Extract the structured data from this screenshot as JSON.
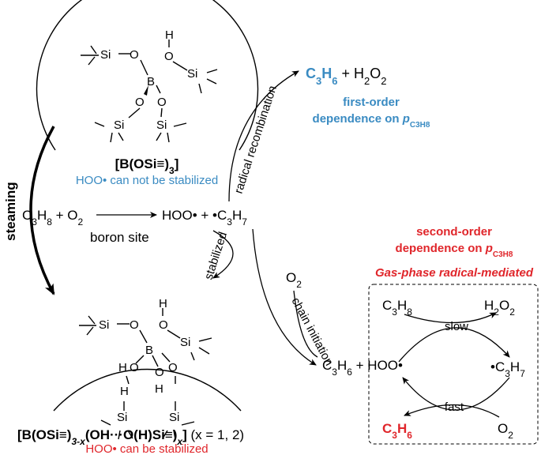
{
  "top_structure": {
    "atoms": {
      "si1": "Si",
      "o1": "O",
      "b": "B",
      "o2": "O",
      "h": "H",
      "si2": "Si",
      "o3": "O",
      "o4": "O",
      "si3": "Si",
      "si4": "Si"
    },
    "formula": {
      "main": "[B(OSi≡)",
      "sub": "3",
      "close": "]"
    },
    "note": "HOO• can not be stabilized"
  },
  "bottom_structure": {
    "atoms": {
      "si1": "Si",
      "o1": "O",
      "b": "B",
      "o2": "O",
      "h1": "H",
      "si2": "Si",
      "h2": "H",
      "h3": "H",
      "h4": "H",
      "o3": "O",
      "o4": "O",
      "o5": "O",
      "si3": "Si",
      "si4": "Si"
    },
    "formula": {
      "a": "[B(OSi≡)",
      "sub1": "3-x",
      "b": "(OH···O(H)Si≡)",
      "sub2": "x",
      "c": "]",
      "d": " (x = 1, 2)"
    },
    "note": "HOO• can be stabilized"
  },
  "steaming_label": "steaming",
  "reaction": {
    "reactant_c": "C",
    "reactant_c_sub": "3",
    "reactant_h": "H",
    "reactant_h_sub": "8",
    "reactant_plus": " + O",
    "reactant_o_sub": "2",
    "catalyst": "boron site",
    "product_hoo": "HOO• + •C",
    "product_sub1": "3",
    "product_h": "H",
    "product_sub2": "7"
  },
  "stabilized_label": "stabilized",
  "radical_recombination_label": "radical recombination",
  "chain_initiation_label": "chain initiation",
  "o2_label": "O",
  "o2_sub": "2",
  "top_right_product": {
    "c": "C",
    "c_sub": "3",
    "h": "H",
    "h_sub": "6",
    "rest": " + H",
    "rest_sub": "2",
    "o": "O",
    "o_sub": "2"
  },
  "first_order": {
    "line1": "first-order",
    "line2": "dependence on ",
    "p": "p",
    "p_sub": "C3H8"
  },
  "second_order": {
    "line1": "second-order",
    "line2": "dependence on ",
    "p": "p",
    "p_sub": "C3H8"
  },
  "gas_phase_title": "Gas-phase radical-mediated",
  "cycle": {
    "c3h8": "C",
    "c3h8_sub": "3",
    "c3h8_h": "H",
    "c3h8_sub2": "8",
    "h2o2": "H",
    "h2o2_sub": "2",
    "h2o2_o": "O",
    "h2o2_sub2": "2",
    "slow": "slow",
    "fast": "fast",
    "hoo": "HOO•",
    "c3h7": "•C",
    "c3h7_sub": "3",
    "c3h7_h": "H",
    "c3h7_sub2": "7",
    "c3h6": "C",
    "c3h6_sub": "3",
    "c3h6_h": "H",
    "c3h6_sub2": "6",
    "o2": "O",
    "o2_sub": "2"
  },
  "c3h6_hoo": {
    "c": "C",
    "sub": "3",
    "h": "H",
    "sub2": "6",
    "rest": " + HOO•"
  },
  "colors": {
    "blue": "#3a8bc2",
    "red": "#e0262b"
  }
}
